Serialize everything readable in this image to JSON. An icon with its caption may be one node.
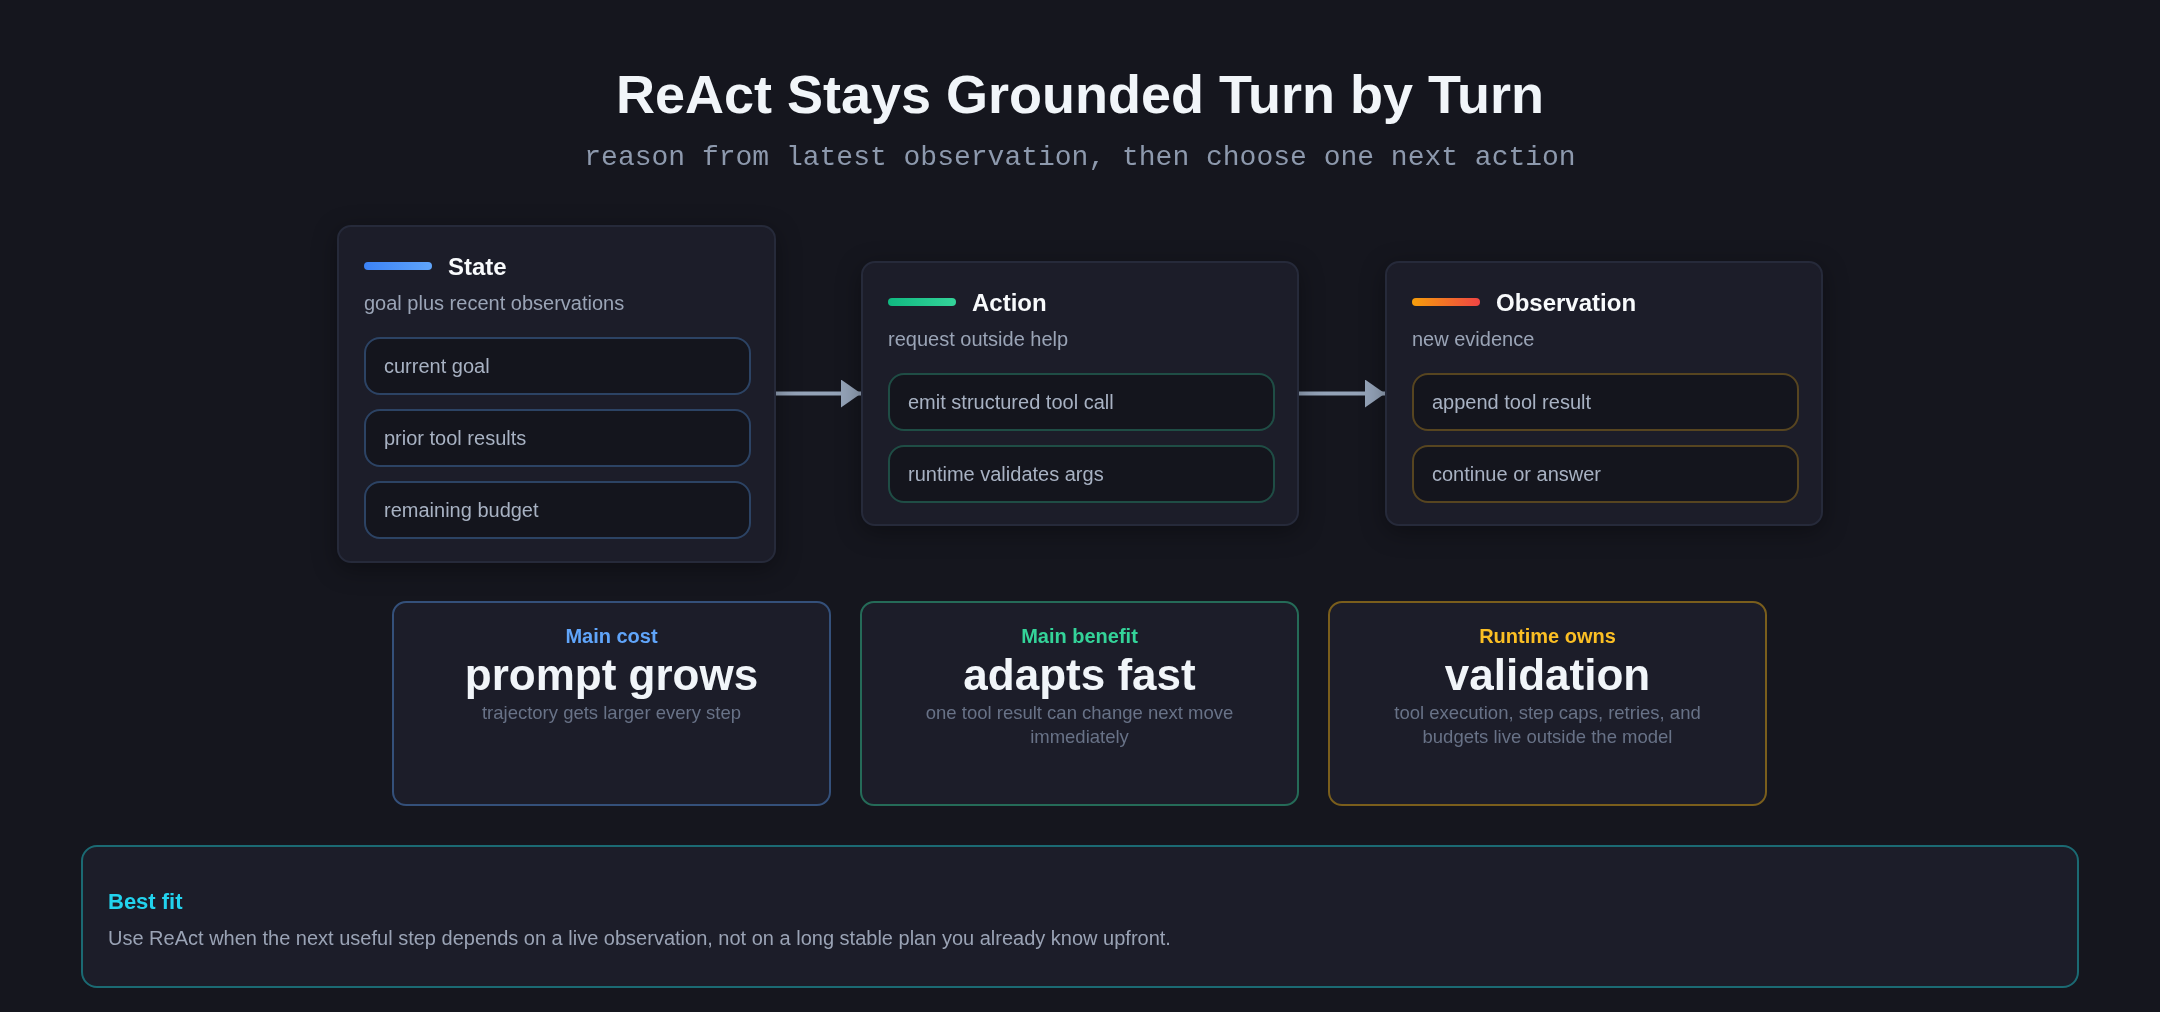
{
  "diagram": {
    "title": "ReAct Stays Grounded Turn by Turn",
    "nodes": [
      {
        "text": [
          "State",
          "goal plus recent observations"
        ]
      },
      {
        "text": [
          "current goal"
        ],
        "in": 0
      },
      {
        "text": [
          "prior tool results"
        ],
        "in": 0
      },
      {
        "text": [
          "remaining budget"
        ],
        "in": 0
      },
      {
        "text": [
          "Action",
          "request outside help"
        ]
      },
      {
        "text": [
          "emit structured tool call"
        ],
        "in": 4
      },
      {
        "text": [
          "runtime validates args"
        ],
        "in": 4
      },
      {
        "text": [
          "Observation",
          "new evidence"
        ]
      },
      {
        "text": [
          "append tool result"
        ],
        "in": 7
      },
      {
        "text": [
          "continue or answer"
        ],
        "in": 7
      },
      {
        "text": [
          "Main cost",
          "prompt grows",
          "trajectory gets larger every step"
        ]
      },
      {
        "text": [
          "Main benefit",
          "adapts fast",
          "one tool result can change next move immediately"
        ]
      },
      {
        "text": [
          "Runtime owns",
          "validation",
          "tool execution, step caps, retries, and budgets live outside the model"
        ]
      },
      {
        "text": [
          "Best fit",
          "Use ReAct when the next useful step depends on a live observation, not on a long stable plan you already know upfront."
        ]
      }
    ],
    "edges": [
      {
        "from": 0,
        "to": 4,
        "arrow": "to"
      },
      {
        "from": 4,
        "to": 7,
        "arrow": "to"
      }
    ],
    "labels": [
      "reason from latest observation, then choose one next action"
    ]
  }
}
